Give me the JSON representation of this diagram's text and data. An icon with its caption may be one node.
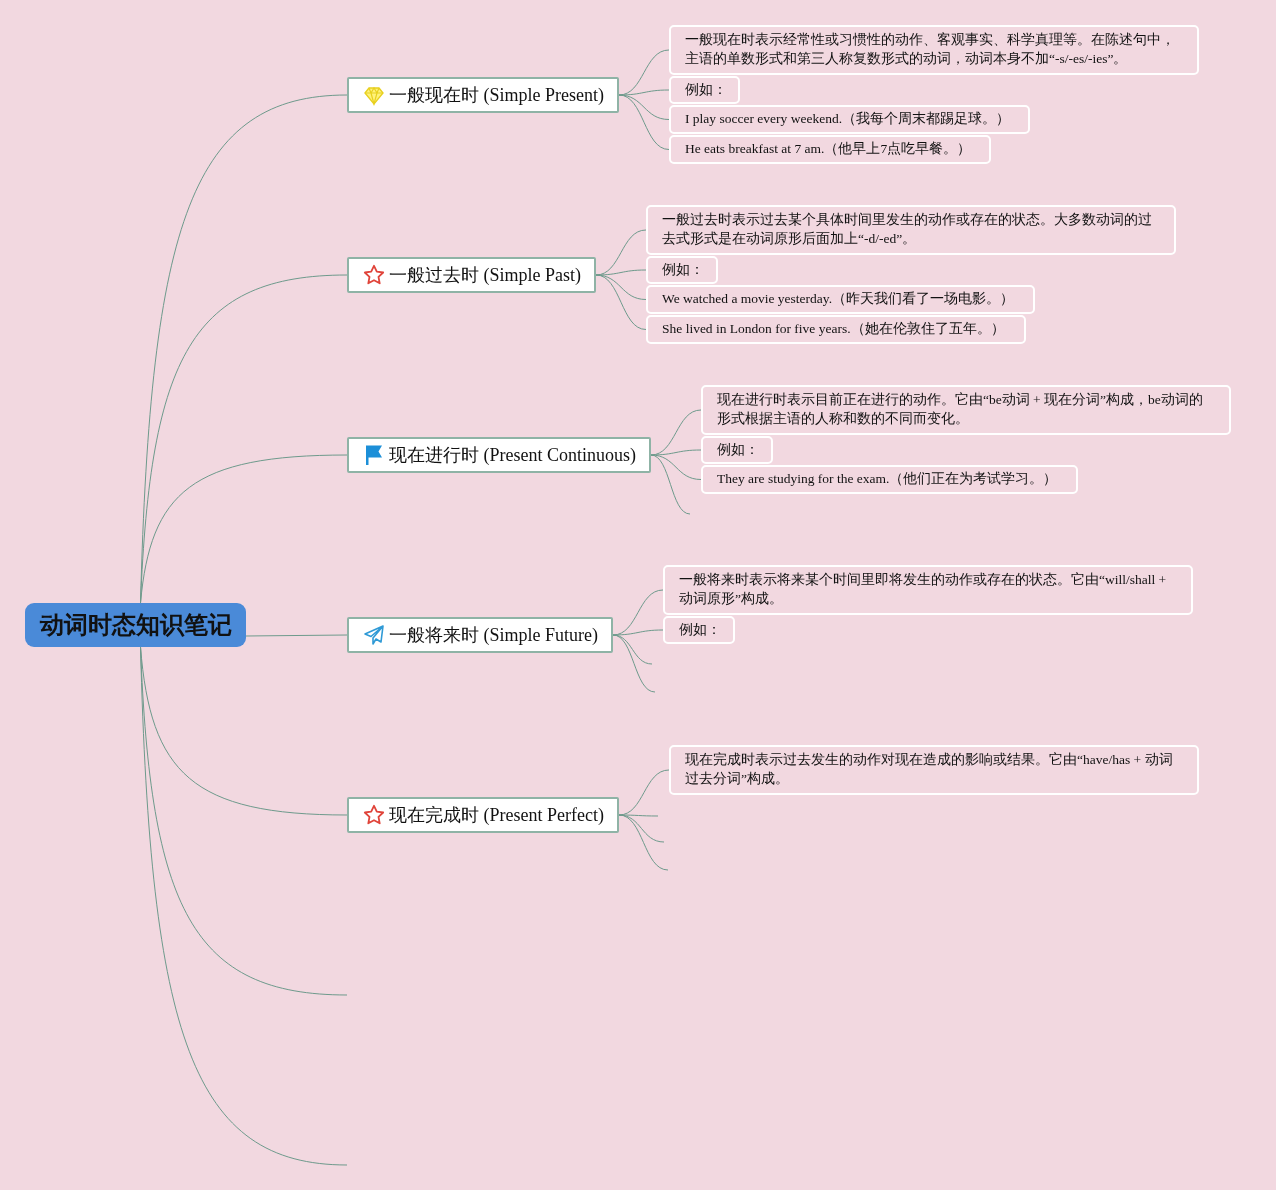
{
  "diagram": {
    "nodes": [
      {
        "text": [
          "动词时态知识笔记"
        ]
      },
      {
        "text": [
          "一般现在时 (Simple Present)"
        ]
      },
      {
        "text": [
          "一般现在时表示经常性或习惯性的动作、客观事实、科学真理等。在陈述句中，主语的单数形式和第三人称复数形式的动词，动词本身不加“-s/-es/-ies”。"
        ]
      },
      {
        "text": [
          "例如："
        ]
      },
      {
        "text": [
          "I play soccer every weekend.（我每个周末都踢足球。）"
        ]
      },
      {
        "text": [
          "He eats breakfast at 7 am.（他早上7点吃早餐。）"
        ]
      },
      {
        "text": [
          "一般过去时 (Simple Past)"
        ]
      },
      {
        "text": [
          "一般过去时表示过去某个具体时间里发生的动作或存在的状态。大多数动词的过去式形式是在动词原形后面加上“-d/-ed”。"
        ]
      },
      {
        "text": [
          "例如："
        ]
      },
      {
        "text": [
          "We watched a movie yesterday.（昨天我们看了一场电影。）"
        ]
      },
      {
        "text": [
          "She lived in London for five years.（她在伦敦住了五年。）"
        ]
      },
      {
        "text": [
          "现在进行时 (Present Continuous)"
        ]
      },
      {
        "text": [
          "现在进行时表示目前正在进行的动作。它由“be动词 + 现在分词”构成，be动词的形式根据主语的人称和数的不同而变化。"
        ]
      },
      {
        "text": [
          "例如："
        ]
      },
      {
        "text": [
          "They are studying for the exam.（他们正在为考试学习。）"
        ]
      },
      {
        "text": [
          "一般将来时 (Simple Future)"
        ]
      },
      {
        "text": [
          "一般将来时表示将来某个时间里即将发生的动作或存在的状态。它由“will/shall + 动词原形”构成。"
        ]
      },
      {
        "text": [
          "例如："
        ]
      },
      {
        "text": [
          "现在完成时 (Present Perfect)"
        ]
      },
      {
        "text": [
          "现在完成时表示过去发生的动作对现在造成的影响或结果。它由“have/has + 动词过去分词”构成。"
        ]
      }
    ],
    "edges": [
      {
        "from": 0,
        "to": 1,
        "arrow": "none"
      },
      {
        "from": 0,
        "to": 6,
        "arrow": "none"
      },
      {
        "from": 0,
        "to": 11,
        "arrow": "none"
      },
      {
        "from": 0,
        "to": 15,
        "arrow": "none"
      },
      {
        "from": 0,
        "to": 18,
        "arrow": "none"
      },
      {
        "from": 0,
        "to": null,
        "arrow": "none"
      },
      {
        "from": 0,
        "to": null,
        "arrow": "none"
      },
      {
        "from": 1,
        "to": 2,
        "arrow": "none"
      },
      {
        "from": 1,
        "to": 3,
        "arrow": "none"
      },
      {
        "from": 1,
        "to": 4,
        "arrow": "none"
      },
      {
        "from": 1,
        "to": 5,
        "arrow": "none"
      },
      {
        "from": 6,
        "to": 7,
        "arrow": "none"
      },
      {
        "from": 6,
        "to": 8,
        "arrow": "none"
      },
      {
        "from": 6,
        "to": 9,
        "arrow": "none"
      },
      {
        "from": 6,
        "to": 10,
        "arrow": "none"
      },
      {
        "from": 11,
        "to": 12,
        "arrow": "none"
      },
      {
        "from": 11,
        "to": 13,
        "arrow": "none"
      },
      {
        "from": 11,
        "to": 14,
        "arrow": "none"
      },
      {
        "from": 11,
        "to": null,
        "arrow": "none"
      },
      {
        "from": 15,
        "to": 16,
        "arrow": "none"
      },
      {
        "from": 15,
        "to": 17,
        "arrow": "none"
      },
      {
        "from": 15,
        "to": null,
        "arrow": "none"
      },
      {
        "from": 15,
        "to": null,
        "arrow": "none"
      },
      {
        "from": 18,
        "to": 19,
        "arrow": "none"
      },
      {
        "from": 18,
        "to": null,
        "arrow": "none"
      },
      {
        "from": 18,
        "to": null,
        "arrow": "none"
      },
      {
        "from": 18,
        "to": null,
        "arrow": "none"
      }
    ]
  }
}
